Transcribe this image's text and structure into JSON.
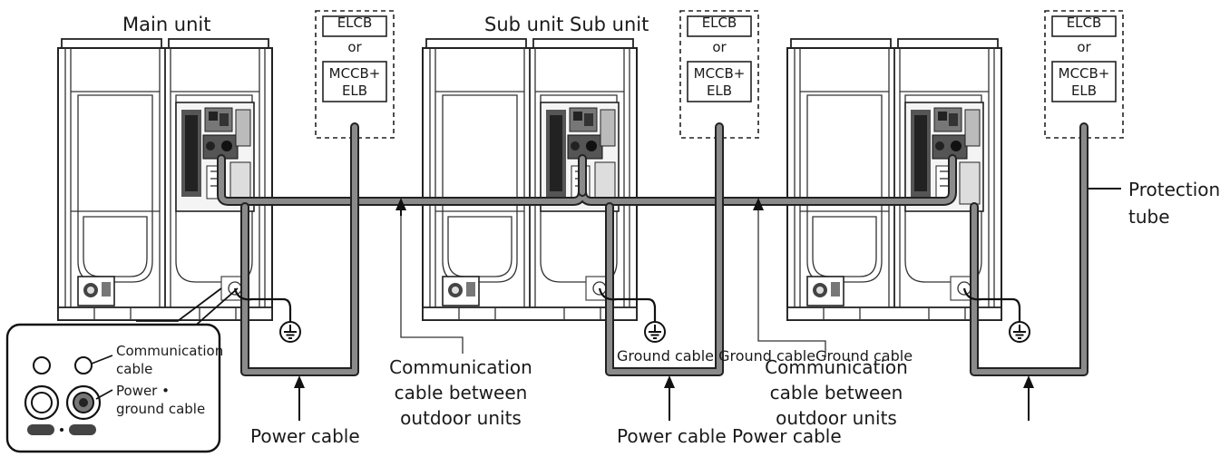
{
  "labels": {
    "main_unit": "Main unit",
    "sub_units": "Sub unit Sub unit",
    "elcb": "ELCB",
    "or": "or",
    "mccb_line1": "MCCB+",
    "mccb_line2": "ELB",
    "protection_tube_1": "Protection",
    "protection_tube_2": "tube",
    "comm_between_1": "Communication",
    "comm_between_2": "cable between",
    "comm_between_3": "outdoor units",
    "power_cable": "Power cable",
    "power_cable_pair": "Power cable Power cable",
    "ground_cables": "Ground cable Ground cableGround cable",
    "inset_comm_1": "Communication",
    "inset_comm_2": "cable",
    "inset_power_1": "Power •",
    "inset_power_2": "ground cable"
  },
  "icons": [
    "ground-symbol-icon",
    "arrow-up-icon"
  ]
}
